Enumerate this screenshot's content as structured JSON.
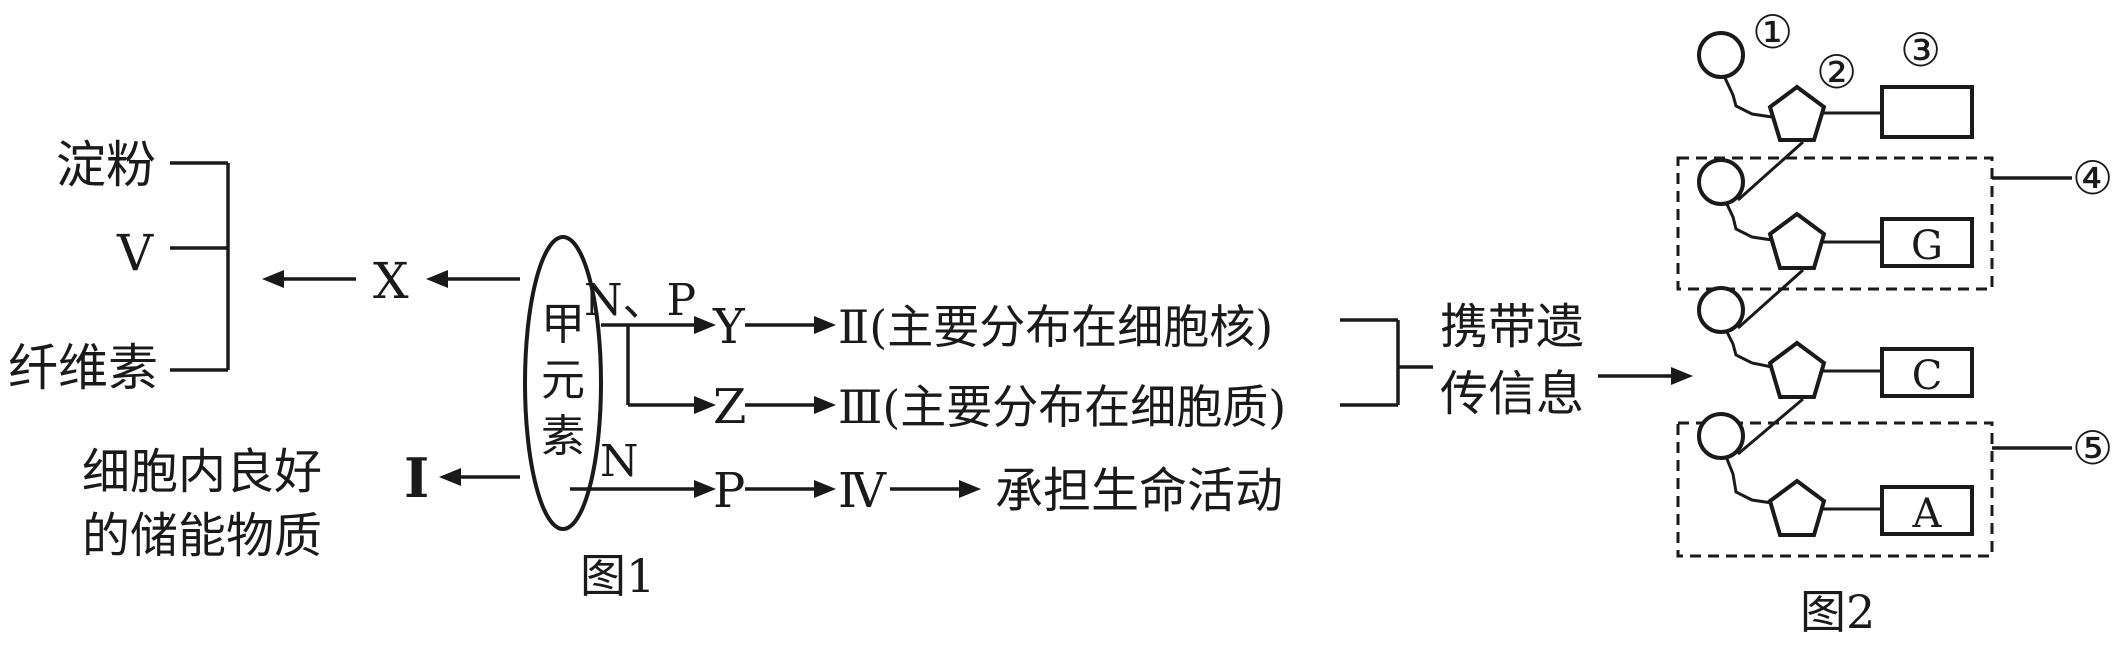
{
  "fig1": {
    "caption": "图1",
    "left": {
      "starch": "淀粉",
      "v": "V",
      "cellulose": "纤维素",
      "x": "X",
      "i": "I",
      "storage_line1": "细胞内良好",
      "storage_line2": "的储能物质"
    },
    "element": {
      "line1": "甲",
      "line2": "元",
      "line3": "素"
    },
    "right": {
      "np_label": "N、P",
      "n_label": "N",
      "y": "Y",
      "z": "Z",
      "p": "P",
      "ii_text": "Ⅱ(主要分布在细胞核)",
      "iii_text": "Ⅲ(主要分布在细胞质)",
      "iv": "Ⅳ",
      "function": "承担生命活动",
      "carry_line1": "携带遗",
      "carry_line2": "传信息"
    }
  },
  "fig2": {
    "caption": "图2",
    "labels": [
      "①",
      "②",
      "③",
      "④",
      "⑤"
    ],
    "bases": [
      "G",
      "C",
      "A"
    ]
  }
}
